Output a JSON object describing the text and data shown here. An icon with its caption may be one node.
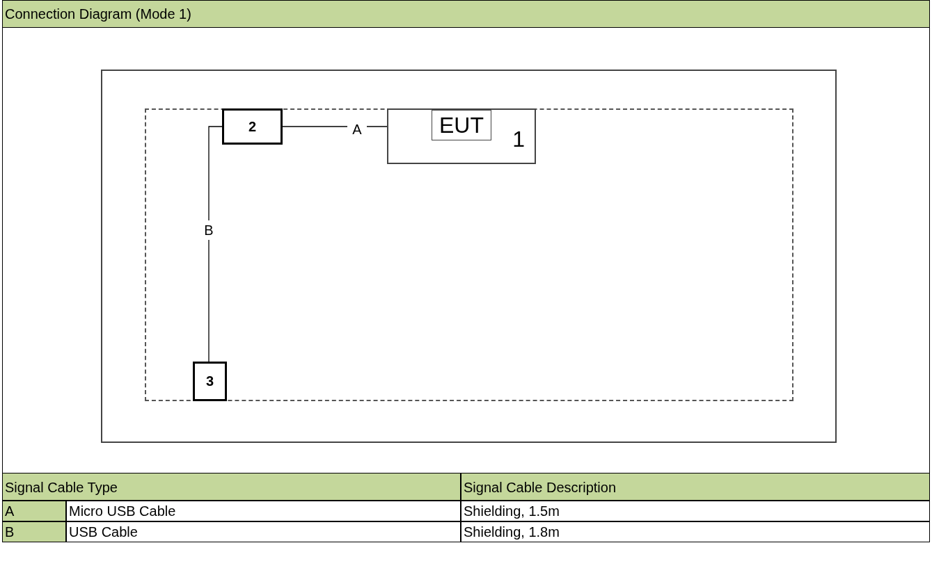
{
  "diagram": {
    "title": "Connection Diagram (Mode 1)",
    "nodes": [
      {
        "text": [],
        "shape": "box"
      },
      {
        "text": [],
        "shape": "box",
        "in": 0
      },
      {
        "text": [
          "2"
        ],
        "in": 1
      },
      {
        "text": [
          "1"
        ],
        "in": 1
      },
      {
        "text": [
          "EUT"
        ],
        "in": 3
      },
      {
        "text": [
          "3"
        ],
        "in": 1
      }
    ],
    "edges": [
      {
        "from": 2,
        "to": 4,
        "arrow": "none",
        "label": "A"
      },
      {
        "from": 2,
        "to": 5,
        "arrow": "none",
        "label": "B"
      }
    ],
    "labels": [
      "Signal Cable Type",
      "Signal Cable Description",
      "A",
      "Micro USB Cable",
      "Shielding, 1.5m",
      "B",
      "USB Cable",
      "Shielding, 1.8m"
    ]
  }
}
